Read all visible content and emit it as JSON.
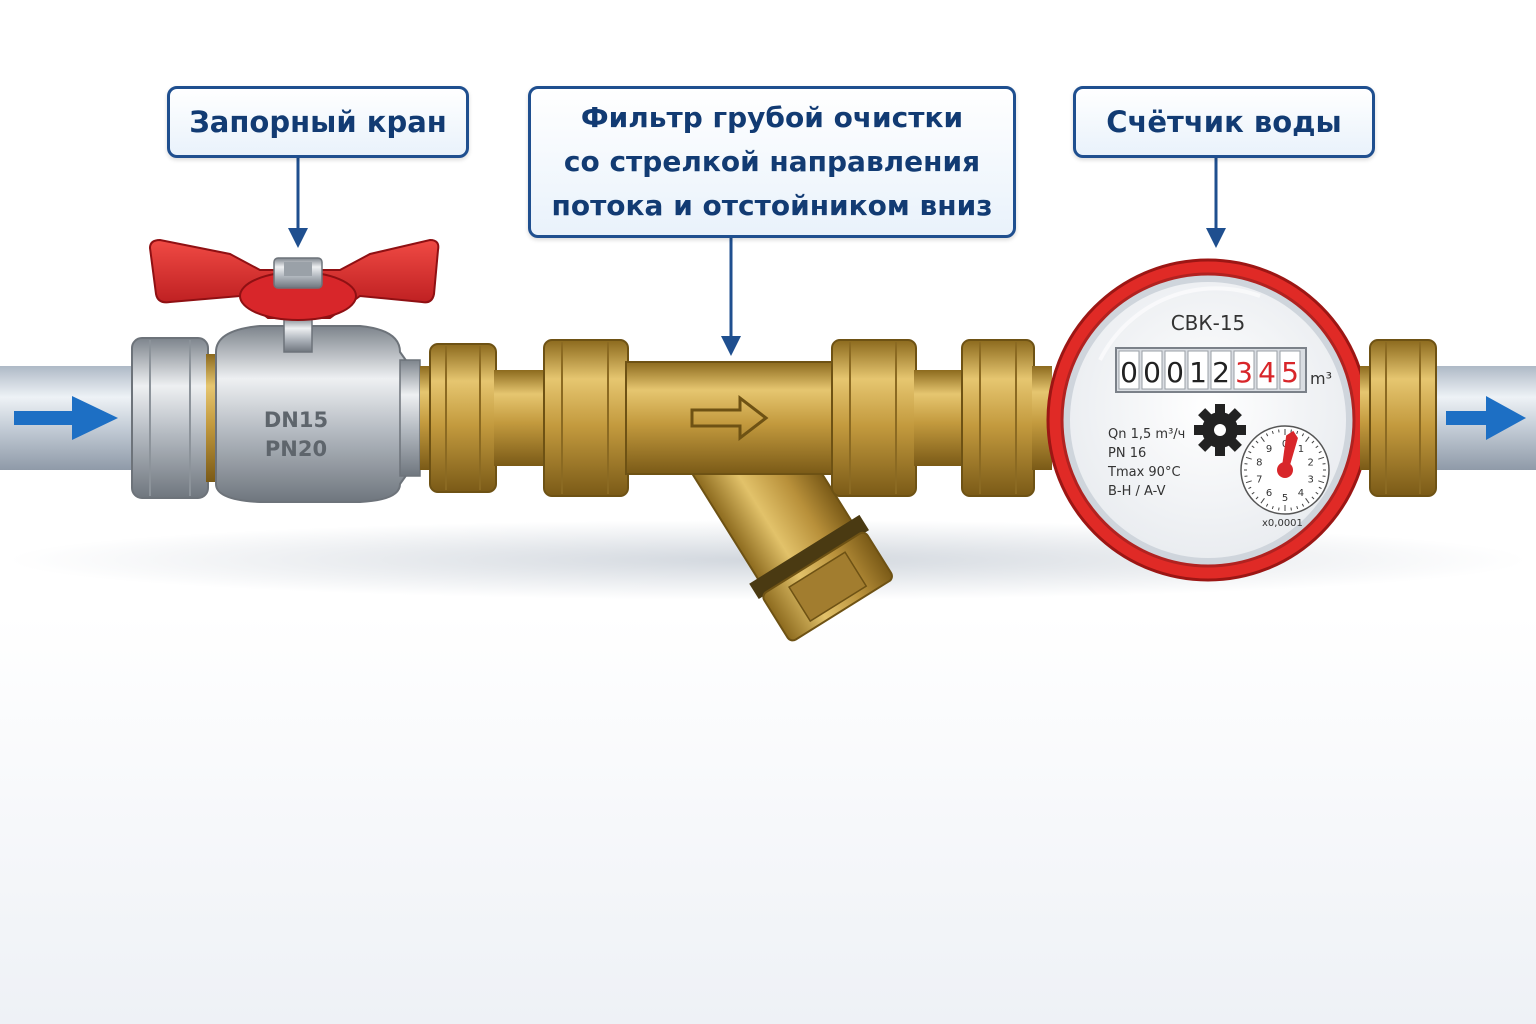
{
  "labels": {
    "valve": "Запорный кран",
    "filter_line1": "Фильтр грубой очистки",
    "filter_line2": "со стрелкой направления",
    "filter_line3": "потока и отстойником вниз",
    "meter": "Счётчик воды"
  },
  "valve": {
    "marking_dn": "DN15",
    "marking_pn": "PN20"
  },
  "meter": {
    "model": "СВК-15",
    "digits_black": [
      "0",
      "0",
      "0",
      "1",
      "2"
    ],
    "digits_red": [
      "3",
      "4",
      "5"
    ],
    "unit": "m³",
    "spec_qn": "Qn 1,5 m³/ч",
    "spec_pn": "PN 16",
    "spec_tmax": "Tmax 90°C",
    "spec_orient": "B-H / A-V",
    "dial_multiplier": "x0,0001",
    "dial_numbers": [
      "0",
      "1",
      "2",
      "3",
      "4",
      "5",
      "6",
      "7",
      "8",
      "9"
    ]
  },
  "colors": {
    "pipe": "#c9d2dc",
    "flow_arrow": "#1d6fc4",
    "brass": "#c7a24a",
    "handle_red": "#d8262a",
    "callout_border": "#1f4f8f"
  }
}
